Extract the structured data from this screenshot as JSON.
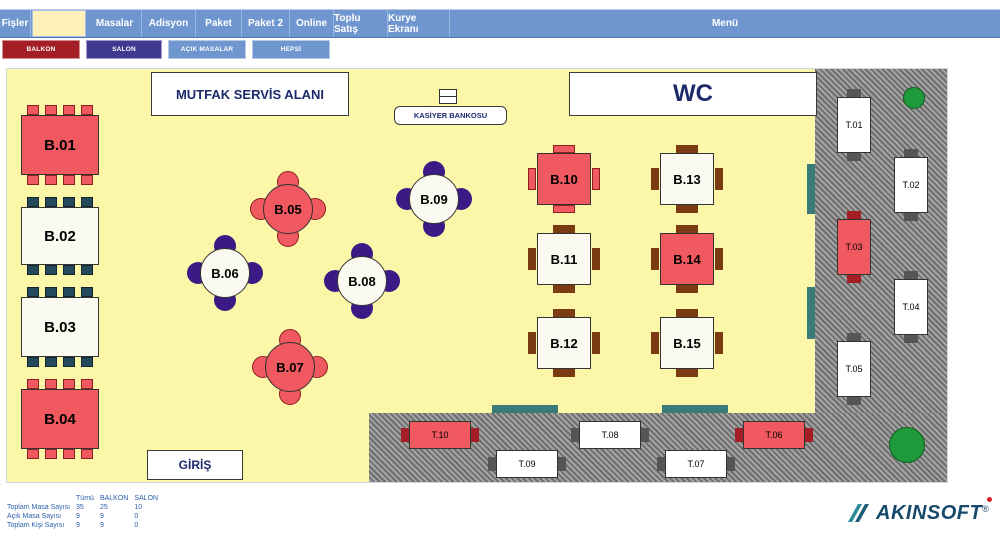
{
  "topbar": {
    "items": [
      {
        "label": "Fişler"
      },
      {
        "label": ""
      },
      {
        "label": "Masalar"
      },
      {
        "label": "Adisyon"
      },
      {
        "label": "Paket"
      },
      {
        "label": "Paket 2"
      },
      {
        "label": "Online"
      },
      {
        "label": "Toplu Satış"
      },
      {
        "label": "Kurye Ekranı"
      },
      {
        "label": "Menü"
      }
    ]
  },
  "filters": [
    {
      "label": "BALKON",
      "color": "#a31f25"
    },
    {
      "label": "SALON",
      "color": "#3f3a8f"
    },
    {
      "label": "AÇIK MASALAR",
      "color": "#6f96cf"
    },
    {
      "label": "HEPSİ",
      "color": "#6f96cf"
    }
  ],
  "floor": {
    "kitchen": "MUTFAK SERVİS ALANI",
    "cashier": "KASİYER BANKOSU",
    "wc": "WC",
    "entrance": "GİRİŞ"
  },
  "tables": {
    "b01": "B.01",
    "b02": "B.02",
    "b03": "B.03",
    "b04": "B.04",
    "b05": "B.05",
    "b06": "B.06",
    "b07": "B.07",
    "b08": "B.08",
    "b09": "B.09",
    "b10": "B.10",
    "b11": "B.11",
    "b12": "B.12",
    "b13": "B.13",
    "b14": "B.14",
    "b15": "B.15",
    "t01": "T.01",
    "t02": "T.02",
    "t03": "T.03",
    "t04": "T.04",
    "t05": "T.05",
    "t06": "T.06",
    "t07": "T.07",
    "t08": "T.08",
    "t09": "T.09",
    "t10": "T.10"
  },
  "stats": {
    "headers": [
      "Tümü",
      "BALKON",
      "SALON"
    ],
    "rows": [
      {
        "label": "Toplam Masa Sayısı",
        "values": [
          "35",
          "25",
          "10"
        ]
      },
      {
        "label": "Açık Masa Sayısı",
        "values": [
          "9",
          "9",
          "0"
        ]
      },
      {
        "label": "Toplam Kişi Sayısı",
        "values": [
          "9",
          "9",
          "0"
        ]
      }
    ]
  },
  "brand": {
    "name": "AKINSOFT",
    "reg": "®"
  },
  "colors": {
    "occupied": "#f0595f",
    "empty": "#fbfaf0",
    "balkon": "#a31f25",
    "salon": "#3f3a8f",
    "chair_purple": "#3b1a86",
    "chair_brown": "#7a3a12",
    "chair_teal": "#25495c"
  }
}
